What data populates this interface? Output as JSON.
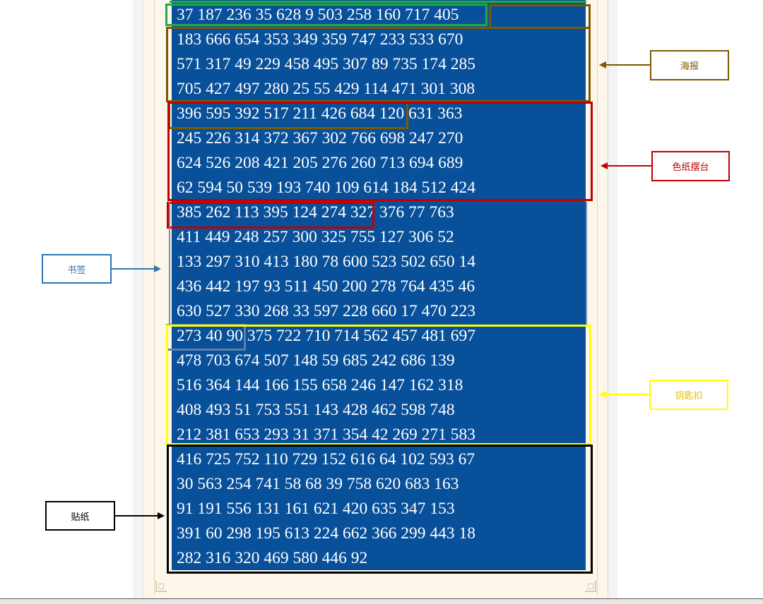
{
  "number_rows": [
    "37 187 236 35 628 9 503 258 160 717 405",
    "183 666 654 353 349 359 747 233 533 670",
    "571 317 49 229 458 495 307 89 735 174 285",
    "705 427 497 280 25 55 429 114 471 301 308",
    "396 595 392 517 211 426 684 120 631 363",
    "245 226 314 372 367 302 766 698 247 270",
    "624 526 208 421 205 276 260 713 694 689",
    "62 594 50 539 193 740 109 614 184 512 424",
    "385 262 113 395 124 274 327 376 77 763",
    "411 449 248 257 300 325 755 127 306 52",
    "133 297 310 413 180 78 600 523 502 650 14",
    "436 442 197 93 511 450 200 278 764 435 46",
    "630 527 330 268 33 597 228 660 17 470 223",
    "273 40 90 375 722 710 714 562 457 481 697",
    "478 703 674 507 148 59 685 242 686 139",
    "516 364 144 166 155 658 246 147 162 318",
    "408 493 51 753 551 143 428 462 598 748",
    "212 381 653 293 31 371 354 42 269 271 583",
    "416 725 752 110 729 152 616 64 102 593 67",
    "30 563 254 741 58 68 39 758 620 683 163",
    "91 191 556 131 161 621 420 635 347 153",
    "391 60 298 195 613 224 662 366 299 443 18",
    "282 316 320 469 580 446 92"
  ],
  "labels": {
    "poster": "海报",
    "color_paper_stand": "色纸摆台",
    "bookmark": "书签",
    "keychain": "钥匙扣",
    "sticker": "贴纸"
  },
  "colors": {
    "number_background": "#08509a",
    "number_text": "#ffffff",
    "poster": "#7a5a00",
    "color_paper_stand": "#c00000",
    "bookmark": "#2e75b6",
    "keychain": "#ffff00",
    "sticker": "#000000",
    "top_group": "#22a845",
    "bookmark_frame": "#6f8fbf"
  }
}
